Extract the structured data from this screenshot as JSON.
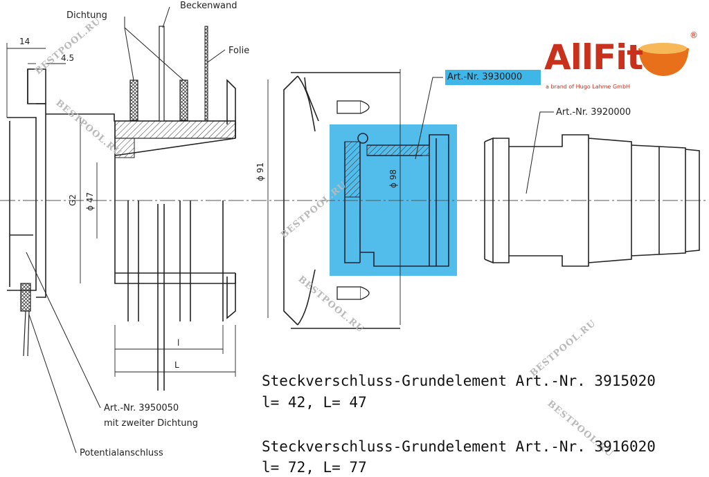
{
  "labels": {
    "dichtung": "Dichtung",
    "beckenwand": "Beckenwand",
    "folie": "Folie",
    "art_3930000": "Art.-Nr. 3930000",
    "art_3920000": "Art.-Nr. 3920000",
    "art_3950050_line1": "Art.-Nr. 3950050",
    "art_3950050_line2": "mit zweiter Dichtung",
    "potentialanschluss": "Potentialanschluss"
  },
  "dimensions": {
    "d14": "14",
    "d45": "4.5",
    "g2": "G2",
    "phi47": "ϕ 47",
    "phi91": "ϕ 91",
    "phi98": "ϕ 98",
    "l_small": "l",
    "l_big": "L"
  },
  "logo": {
    "name": "AllFit",
    "registered": "®",
    "tagline": "a brand of Hugo Lahme GmbH",
    "brand_color": "#c8321d",
    "accent_color": "#e8701a"
  },
  "highlight_color": "#3fb6e8",
  "watermark": "BESTPOOL.RU",
  "specs": [
    {
      "title": "Steckverschluss-Grundelement Art.-Nr. 3915020",
      "dims": "l= 42, L= 47"
    },
    {
      "title": "Steckverschluss-Grundelement Art.-Nr. 3916020",
      "dims": "l= 72, L= 77"
    }
  ]
}
